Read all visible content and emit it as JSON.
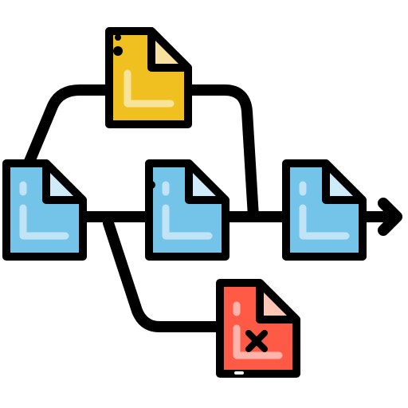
{
  "icon": {
    "name": "document-workflow-icon",
    "colors": {
      "stroke": "#000000",
      "background": "#ffffff",
      "doc_blue": "#74C4EA",
      "doc_blue_fold": "#CFEBF9",
      "doc_yellow": "#F0C020",
      "doc_yellow_fold": "#F8E0A0",
      "doc_red": "#FF5A45",
      "doc_red_fold": "#FFC5B5",
      "highlight": "#FFFFFF",
      "highlight_opacity": 0.55
    },
    "documents": [
      {
        "id": "source",
        "color": "blue",
        "state": "original"
      },
      {
        "id": "branch-top",
        "color": "yellow",
        "state": "alternate"
      },
      {
        "id": "middle",
        "color": "blue",
        "state": "copy"
      },
      {
        "id": "output",
        "color": "blue",
        "state": "final"
      },
      {
        "id": "rejected",
        "color": "red",
        "state": "rejected",
        "mark": "x-mark-icon"
      }
    ]
  }
}
